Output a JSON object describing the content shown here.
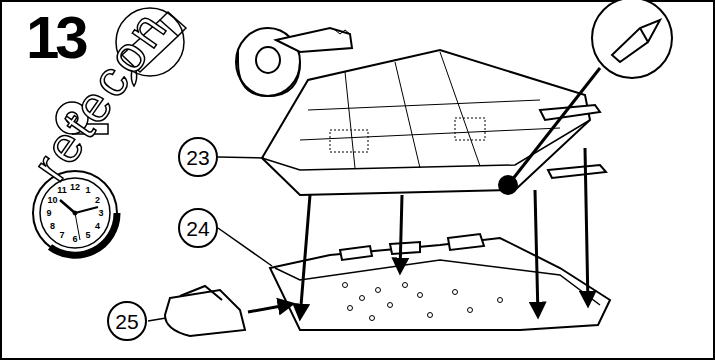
{
  "diagram": {
    "nodes": [
      {
        "text": [
          "23"
        ]
      },
      {
        "text": [
          "24"
        ]
      },
      {
        "text": [
          "25"
        ]
      }
    ],
    "labels": [
      "13",
      "retecon",
      "12",
      "1",
      "2",
      "3",
      "4",
      "5",
      "6",
      "7",
      "8",
      "9",
      "10",
      "11"
    ]
  }
}
